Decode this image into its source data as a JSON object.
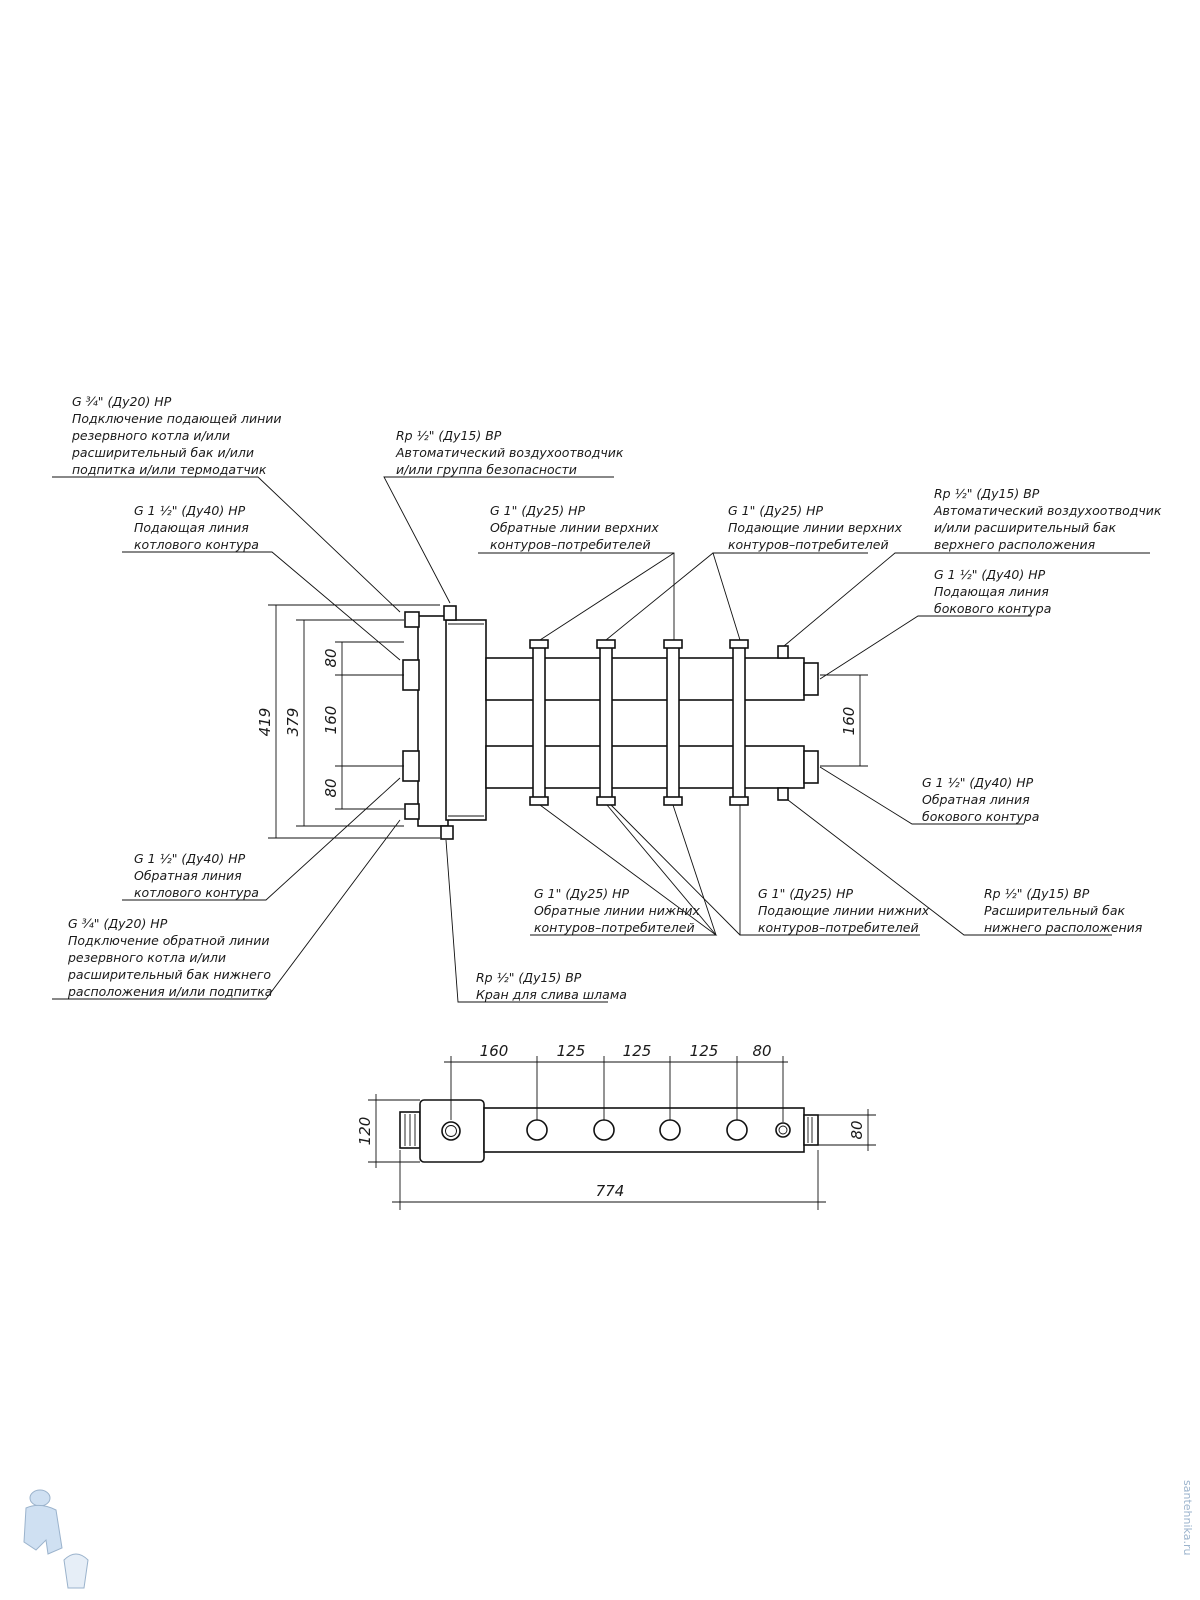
{
  "annotations": {
    "boiler_reserve_supply": {
      "lines": [
        "G ¾\" (Ду20) НР",
        "Подключение подающей линии",
        "резервного котла и/или",
        "расширительный бак и/или",
        "подпитка и/или термодатчик"
      ]
    },
    "top_air_vent": {
      "lines": [
        "Rp ½\" (Ду15) ВР",
        "Автоматический воздухоотводчик",
        "и/или группа безопасности"
      ]
    },
    "boiler_supply": {
      "lines": [
        "G 1 ½\" (Ду40) НР",
        "Подающая линия",
        "котлового контура"
      ]
    },
    "upper_return": {
      "lines": [
        "G 1\" (Ду25) НР",
        "Обратные линии верхних",
        "контуров–потребителей"
      ]
    },
    "upper_supply": {
      "lines": [
        "G 1\" (Ду25) НР",
        "Подающие линии верхних",
        "контуров–потребителей"
      ]
    },
    "upper_right_vent": {
      "lines": [
        "Rp ½\" (Ду15) ВР",
        "Автоматический воздухоотводчик",
        "и/или расширительный бак",
        "верхнего расположения"
      ]
    },
    "side_supply": {
      "lines": [
        "G 1 ½\" (Ду40) НР",
        "Подающая линия",
        "бокового контура"
      ]
    },
    "side_return": {
      "lines": [
        "G 1 ½\" (Ду40) НР",
        "Обратная линия",
        "бокового контура"
      ]
    },
    "boiler_return": {
      "lines": [
        "G 1 ½\" (Ду40) НР",
        "Обратная линия",
        "котлового контура"
      ]
    },
    "boiler_reserve_return": {
      "lines": [
        "G ¾\" (Ду20) НР",
        "Подключение обратной линии",
        "резервного котла и/или",
        "расширительный бак нижнего",
        "расположения и/или подпитка"
      ]
    },
    "lower_return": {
      "lines": [
        "G 1\" (Ду25) НР",
        "Обратные линии нижних",
        "контуров–потребителей"
      ]
    },
    "lower_supply": {
      "lines": [
        "G 1\" (Ду25) НР",
        "Подающие линии нижних",
        "контуров–потребителей"
      ]
    },
    "lower_expansion": {
      "lines": [
        "Rp ½\" (Ду15) ВР",
        "Расширительный бак",
        "нижнего расположения"
      ]
    },
    "drain": {
      "lines": [
        "Rp ½\" (Ду15) ВР",
        "Кран для слива шлама"
      ]
    }
  },
  "dimensions": {
    "front": {
      "overall_height": "419",
      "inner_height": "379",
      "top_spacing": "80",
      "middle_spacing": "160",
      "bottom_spacing": "80",
      "right_spacing": "160"
    },
    "top_view": {
      "spacings": [
        "160",
        "125",
        "125",
        "125",
        "80"
      ],
      "overall_length": "774",
      "left_height": "120",
      "right_height": "80"
    }
  },
  "watermark": {
    "text": "santehnika.ru"
  },
  "icons": {
    "logo": "plumber-mascot-icon"
  }
}
